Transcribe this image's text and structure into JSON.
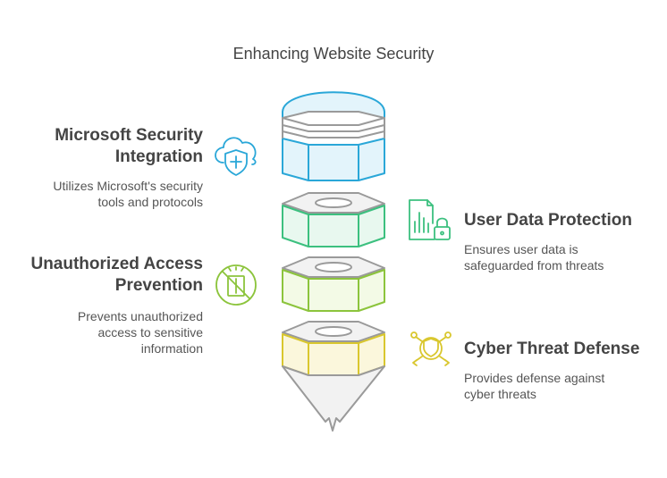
{
  "title": "Enhancing Website Security",
  "items": [
    {
      "heading": "Microsoft Security\nIntegration",
      "description": "Utilizes Microsoft's security\ntools and protocols",
      "icon": "cloud-shield-icon",
      "color": "#2aa7d8"
    },
    {
      "heading": "User Data Protection",
      "description": "Ensures user data is\nsafeguarded from threats",
      "icon": "data-lock-icon",
      "color": "#3cc07f"
    },
    {
      "heading": "Unauthorized Access\nPrevention",
      "description": "Prevents unauthorized\naccess to sensitive\ninformation",
      "icon": "access-blocked-icon",
      "color": "#8cc43c"
    },
    {
      "heading": "Cyber Threat Defense",
      "description": "Provides defense against\ncyber threats",
      "icon": "shield-network-icon",
      "color": "#d9c72e"
    }
  ],
  "colors": {
    "tip_fill": "#f2f2f2",
    "tip_stroke": "#9a9a9a"
  }
}
